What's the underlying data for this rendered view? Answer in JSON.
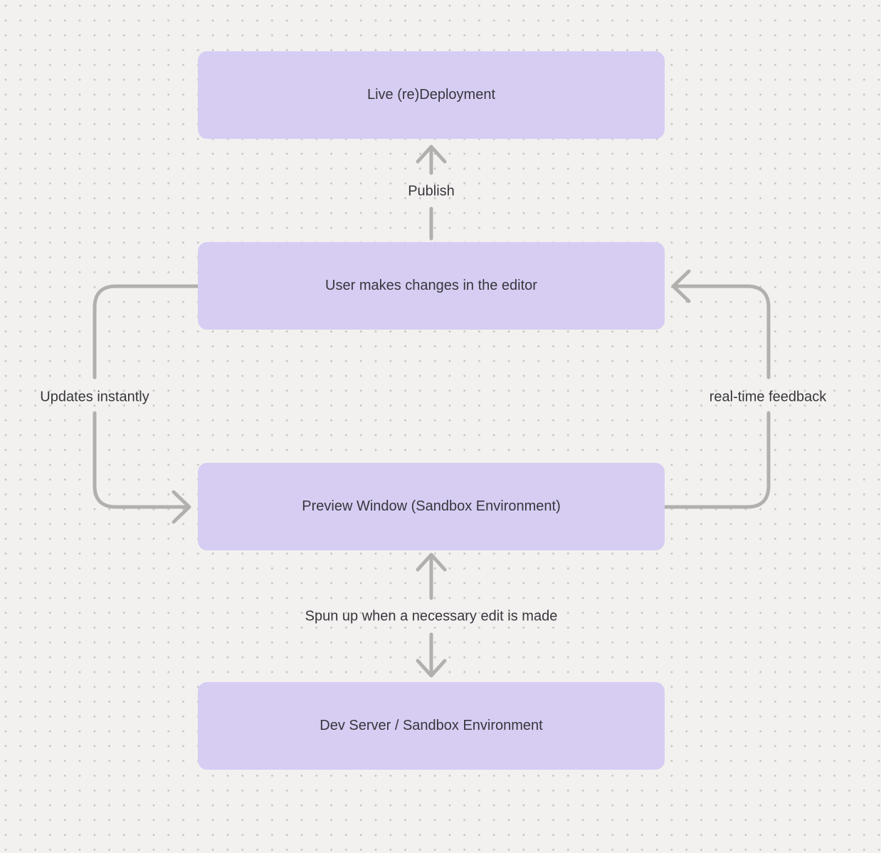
{
  "diagram": {
    "type": "flowchart",
    "nodes": [
      {
        "id": "live-redeployment",
        "label": "Live (re)Deployment"
      },
      {
        "id": "user-editor",
        "label": "User makes changes in the editor"
      },
      {
        "id": "preview-window",
        "label": "Preview Window (Sandbox Environment)"
      },
      {
        "id": "dev-server",
        "label": "Dev Server / Sandbox Environment"
      }
    ],
    "edges": [
      {
        "id": "publish",
        "label": "Publish",
        "from": "user-editor",
        "to": "live-redeployment",
        "style": "straight-up"
      },
      {
        "id": "updates-instantly",
        "label": "Updates instantly",
        "from": "user-editor",
        "to": "preview-window",
        "style": "left-loop"
      },
      {
        "id": "real-time-feedback",
        "label": "real-time feedback",
        "from": "preview-window",
        "to": "user-editor",
        "style": "right-loop"
      },
      {
        "id": "spun-up",
        "label": "Spun up when a necessary edit is made",
        "from": "preview-window",
        "to": "dev-server",
        "style": "bidirectional-vertical"
      }
    ],
    "colors": {
      "background": "#f2f1ef",
      "grid_dot": "#c8c7c4",
      "node_fill": "#d7cdf3",
      "arrow": "#b1b0ad",
      "text": "#37363c"
    }
  }
}
